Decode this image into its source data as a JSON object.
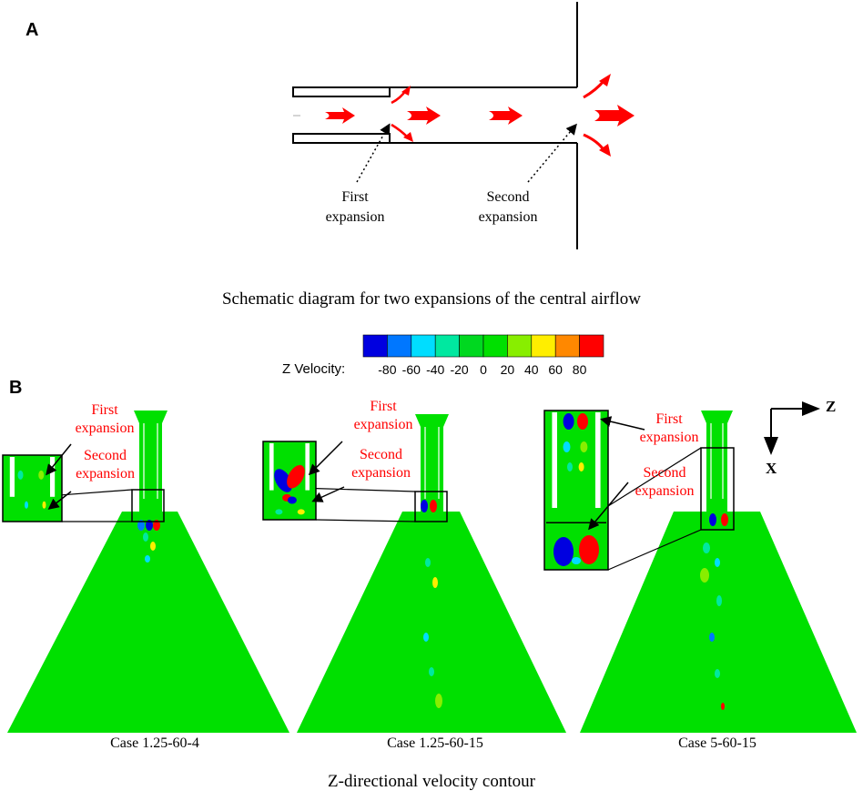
{
  "panel_a": {
    "letter": "A",
    "first_expansion_line1": "First",
    "first_expansion_line2": "expansion",
    "second_expansion_line1": "Second",
    "second_expansion_line2": "expansion",
    "caption": "Schematic diagram for two expansions of the central airflow",
    "arrow_color": "#ff0000"
  },
  "colorbar": {
    "title": "Z Velocity:",
    "ticks": [
      "-80",
      "-60",
      "-40",
      "-20",
      "0",
      "20",
      "40",
      "60",
      "80"
    ],
    "colors": [
      "#0000e0",
      "#0077ff",
      "#00ddff",
      "#00e8a0",
      "#00d820",
      "#00e000",
      "#88ee00",
      "#ffee00",
      "#ff8800",
      "#ff0000"
    ]
  },
  "panel_b": {
    "letter": "B",
    "field_color": "#00e000",
    "cases": [
      {
        "label": "Case 1.25-60-4",
        "first_line1": "First",
        "first_line2": "expansion",
        "second_line1": "Second",
        "second_line2": "expansion"
      },
      {
        "label": "Case 1.25-60-15",
        "first_line1": "First",
        "first_line2": "expansion",
        "second_line1": "Second",
        "second_line2": "expansion"
      },
      {
        "label": "Case 5-60-15",
        "first_line1": "First",
        "first_line2": "expansion",
        "second_line1": "Second",
        "second_line2": "expansion"
      }
    ],
    "axis_z": "Z",
    "axis_x": "X",
    "caption": "Z-directional velocity contour"
  }
}
